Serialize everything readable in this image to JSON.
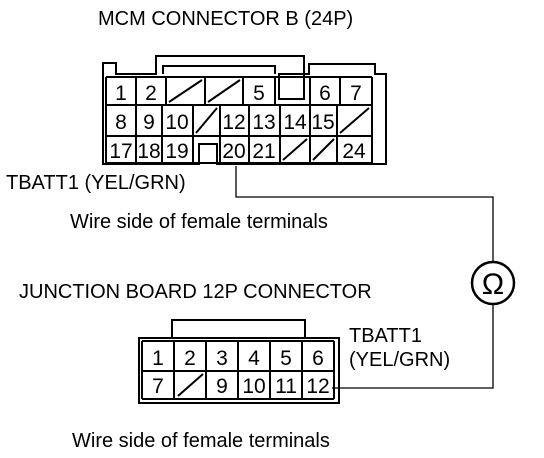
{
  "mcm": {
    "title": "MCM CONNECTOR B (24P)",
    "terminal_label": "TBATT1 (YEL/GRN)",
    "wire_side_note": "Wire side of female terminals",
    "rows": [
      [
        "1",
        "2",
        "",
        "",
        "5",
        "",
        "6",
        "7"
      ],
      [
        "8",
        "9",
        "10",
        "",
        "12",
        "13",
        "14",
        "15",
        ""
      ],
      [
        "17",
        "18",
        "19",
        "",
        "20",
        "21",
        "",
        "",
        "24"
      ]
    ],
    "highlighted_pin": "20"
  },
  "junction": {
    "title": "JUNCTION BOARD 12P CONNECTOR",
    "terminal_label_line1": "TBATT1",
    "terminal_label_line2": "(YEL/GRN)",
    "wire_side_note": "Wire side of female terminals",
    "rows": [
      [
        "1",
        "2",
        "3",
        "4",
        "5",
        "6"
      ],
      [
        "7",
        "",
        "9",
        "10",
        "11",
        "12"
      ]
    ],
    "highlighted_pin": "12"
  },
  "meter": {
    "symbol": "Ω",
    "icon": "ohmmeter-icon"
  }
}
